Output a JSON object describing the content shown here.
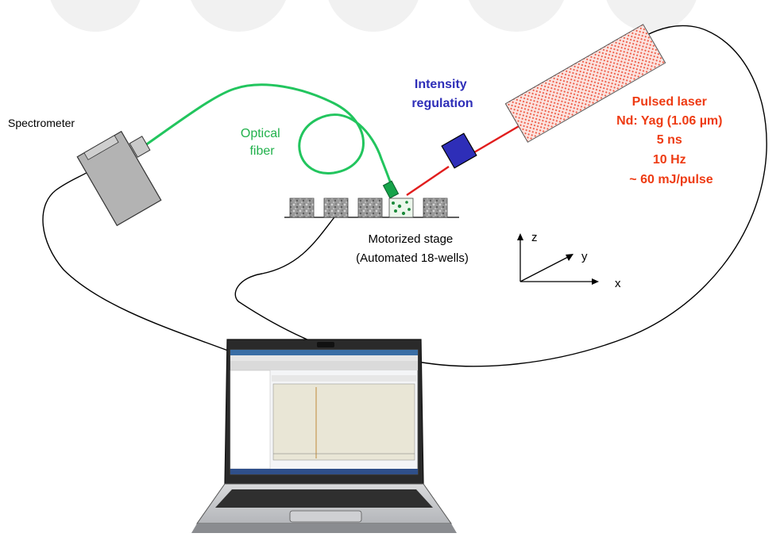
{
  "labels": {
    "spectrometer": "Spectrometer",
    "optical_fiber": [
      "Optical",
      "fiber"
    ],
    "intensity_regulation": [
      "Intensity",
      "regulation"
    ],
    "laser_specs": [
      "Pulsed laser",
      "Nd: Yag (1.06 µm)",
      "5 ns",
      "10 Hz",
      "~ 60 mJ/pulse"
    ],
    "stage": [
      "Motorized stage",
      "(Automated 18-wells)"
    ],
    "axes": {
      "x": "x",
      "y": "y",
      "z": "z"
    }
  },
  "colors": {
    "fiber": "#22c55e",
    "laser_beam": "#e11d1d",
    "laser_text": "#ee3b13",
    "regulation": "#2e2eb8",
    "fiber_text": "#22b14c",
    "laser_body": "#f8c9c2"
  },
  "icons": {
    "laptop": "laptop-icon",
    "spectrometer": "spectrometer-device-icon",
    "laser": "laser-head-icon",
    "attenuator": "attenuator-cube-icon"
  }
}
